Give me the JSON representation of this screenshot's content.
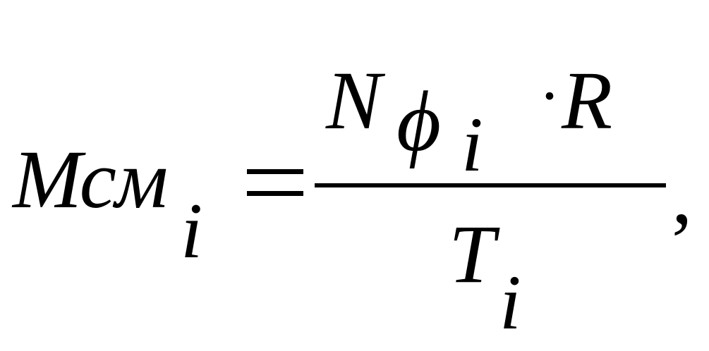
{
  "formula": {
    "lhs": {
      "symbol": "Мсм",
      "subscript": "i"
    },
    "operator": "=",
    "numerator": {
      "first": "N",
      "second": "ϕ",
      "subscript": "i",
      "multiply": "·",
      "third": "R"
    },
    "denominator": {
      "symbol": "T",
      "subscript": "i"
    },
    "trailing": ","
  }
}
